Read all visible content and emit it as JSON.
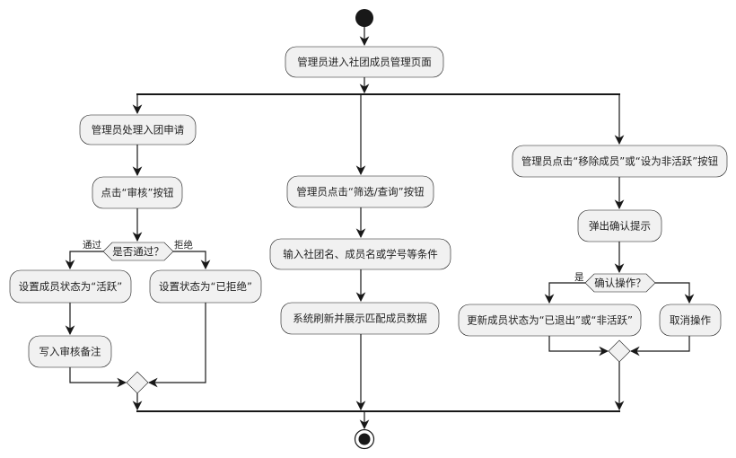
{
  "diagram": {
    "type": "activity",
    "start": "start-node",
    "end": "end-node",
    "entry_activity": "管理员进入社团成员管理页面",
    "branches": [
      {
        "activities": [
          "管理员处理入团申请",
          "点击“审核”按钮"
        ],
        "decision": {
          "question": "是否通过？",
          "yes_label": "通过",
          "no_label": "拒绝",
          "yes_activities": [
            "设置成员状态为“活跃”",
            "写入审核备注"
          ],
          "no_activities": [
            "设置状态为“已拒绝”"
          ]
        }
      },
      {
        "activities": [
          "管理员点击“筛选/查询”按钮",
          "输入社团名、成员名或学号等条件",
          "系统刷新并展示匹配成员数据"
        ]
      },
      {
        "activities": [
          "管理员点击“移除成员”或“设为非活跃”按钮",
          "弹出确认提示"
        ],
        "decision": {
          "question": "确认操作？",
          "yes_label": "是",
          "no_label": "",
          "yes_activities": [
            "更新成员状态为“已退出”或“非活跃”"
          ],
          "no_activities": [
            "取消操作"
          ]
        }
      }
    ]
  }
}
